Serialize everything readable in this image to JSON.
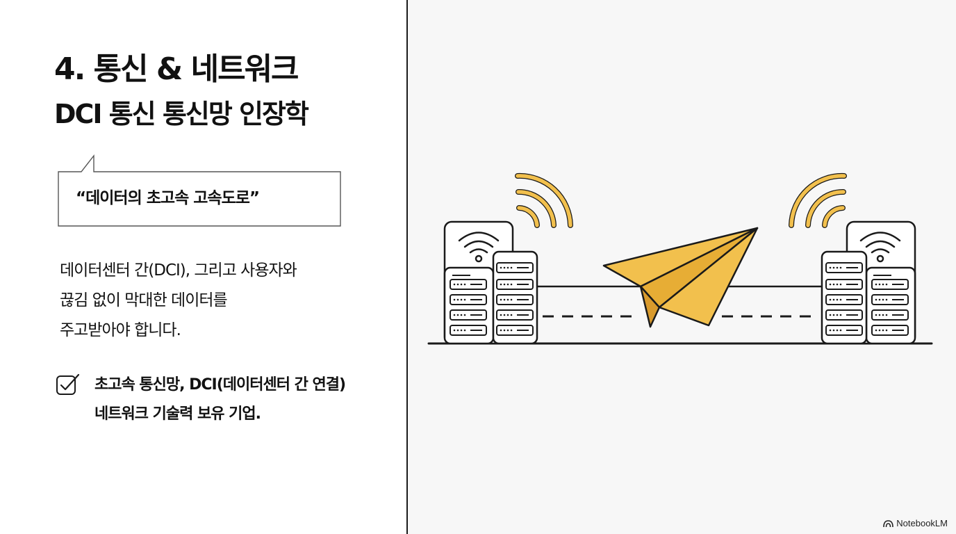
{
  "slide": {
    "title": "4. 통신 & 네트워크",
    "subtitle": "DCI 통신 통신망 인장학",
    "quote": "“데이터의 초고속 고속도로”",
    "body_lines": [
      "데이터센터 간(DCI), 그리고 사용자와",
      "끊김 없이 막대한 데이터를",
      "주고받아야 합니다."
    ],
    "checkpoint_lines": [
      "초고속 통신망, DCI(데이터센터 간 연결)",
      "네트워크 기술력 보유 기업."
    ]
  },
  "branding": {
    "label": "NotebookLM"
  },
  "colors": {
    "accent": "#f2c04d",
    "ink": "#1a1a1a",
    "right_background": "#f7f7f7"
  },
  "illustration": {
    "icons": [
      "server-rack-icon",
      "wifi-icon",
      "signal-waves-icon",
      "paper-plane-icon"
    ]
  }
}
